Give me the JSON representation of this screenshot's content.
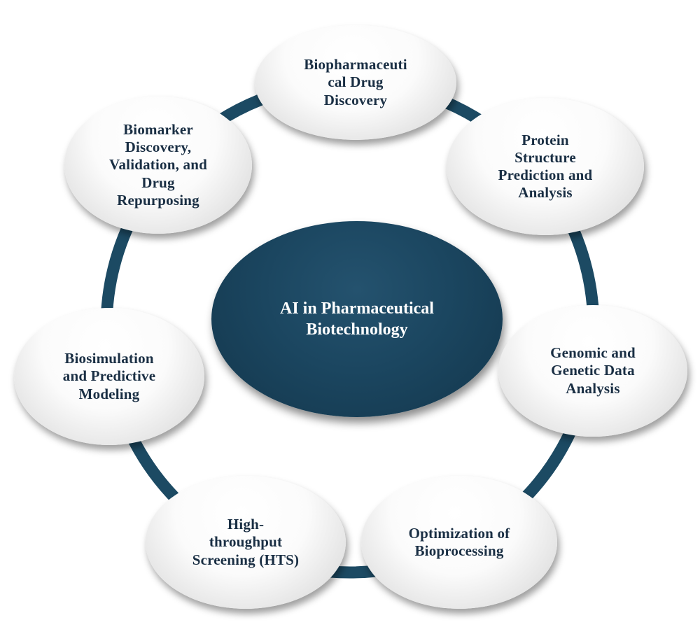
{
  "center": {
    "label": "AI in Pharmaceutical\nBiotechnology"
  },
  "nodes": {
    "top": "Biopharmaceuti\ncal Drug\nDiscovery",
    "top_right": "Protein\nStructure\nPrediction  and\nAnalysis",
    "right": "Genomic  and\nGenetic  Data\nAnalysis",
    "bottom_right": "Optimization  of\nBioprocessing",
    "bottom_left": "High-\nthroughput\nScreening (HTS)",
    "left": "Biosimulation\nand Predictive\nModeling",
    "top_left": "Biomarker\nDiscovery,\nValidation,  and\nDrug\nRepurposing"
  },
  "colors": {
    "ring": "#1c4a63",
    "center_fill": "#1b4660",
    "node_text": "#1a2f44",
    "center_text": "#ffffff"
  }
}
